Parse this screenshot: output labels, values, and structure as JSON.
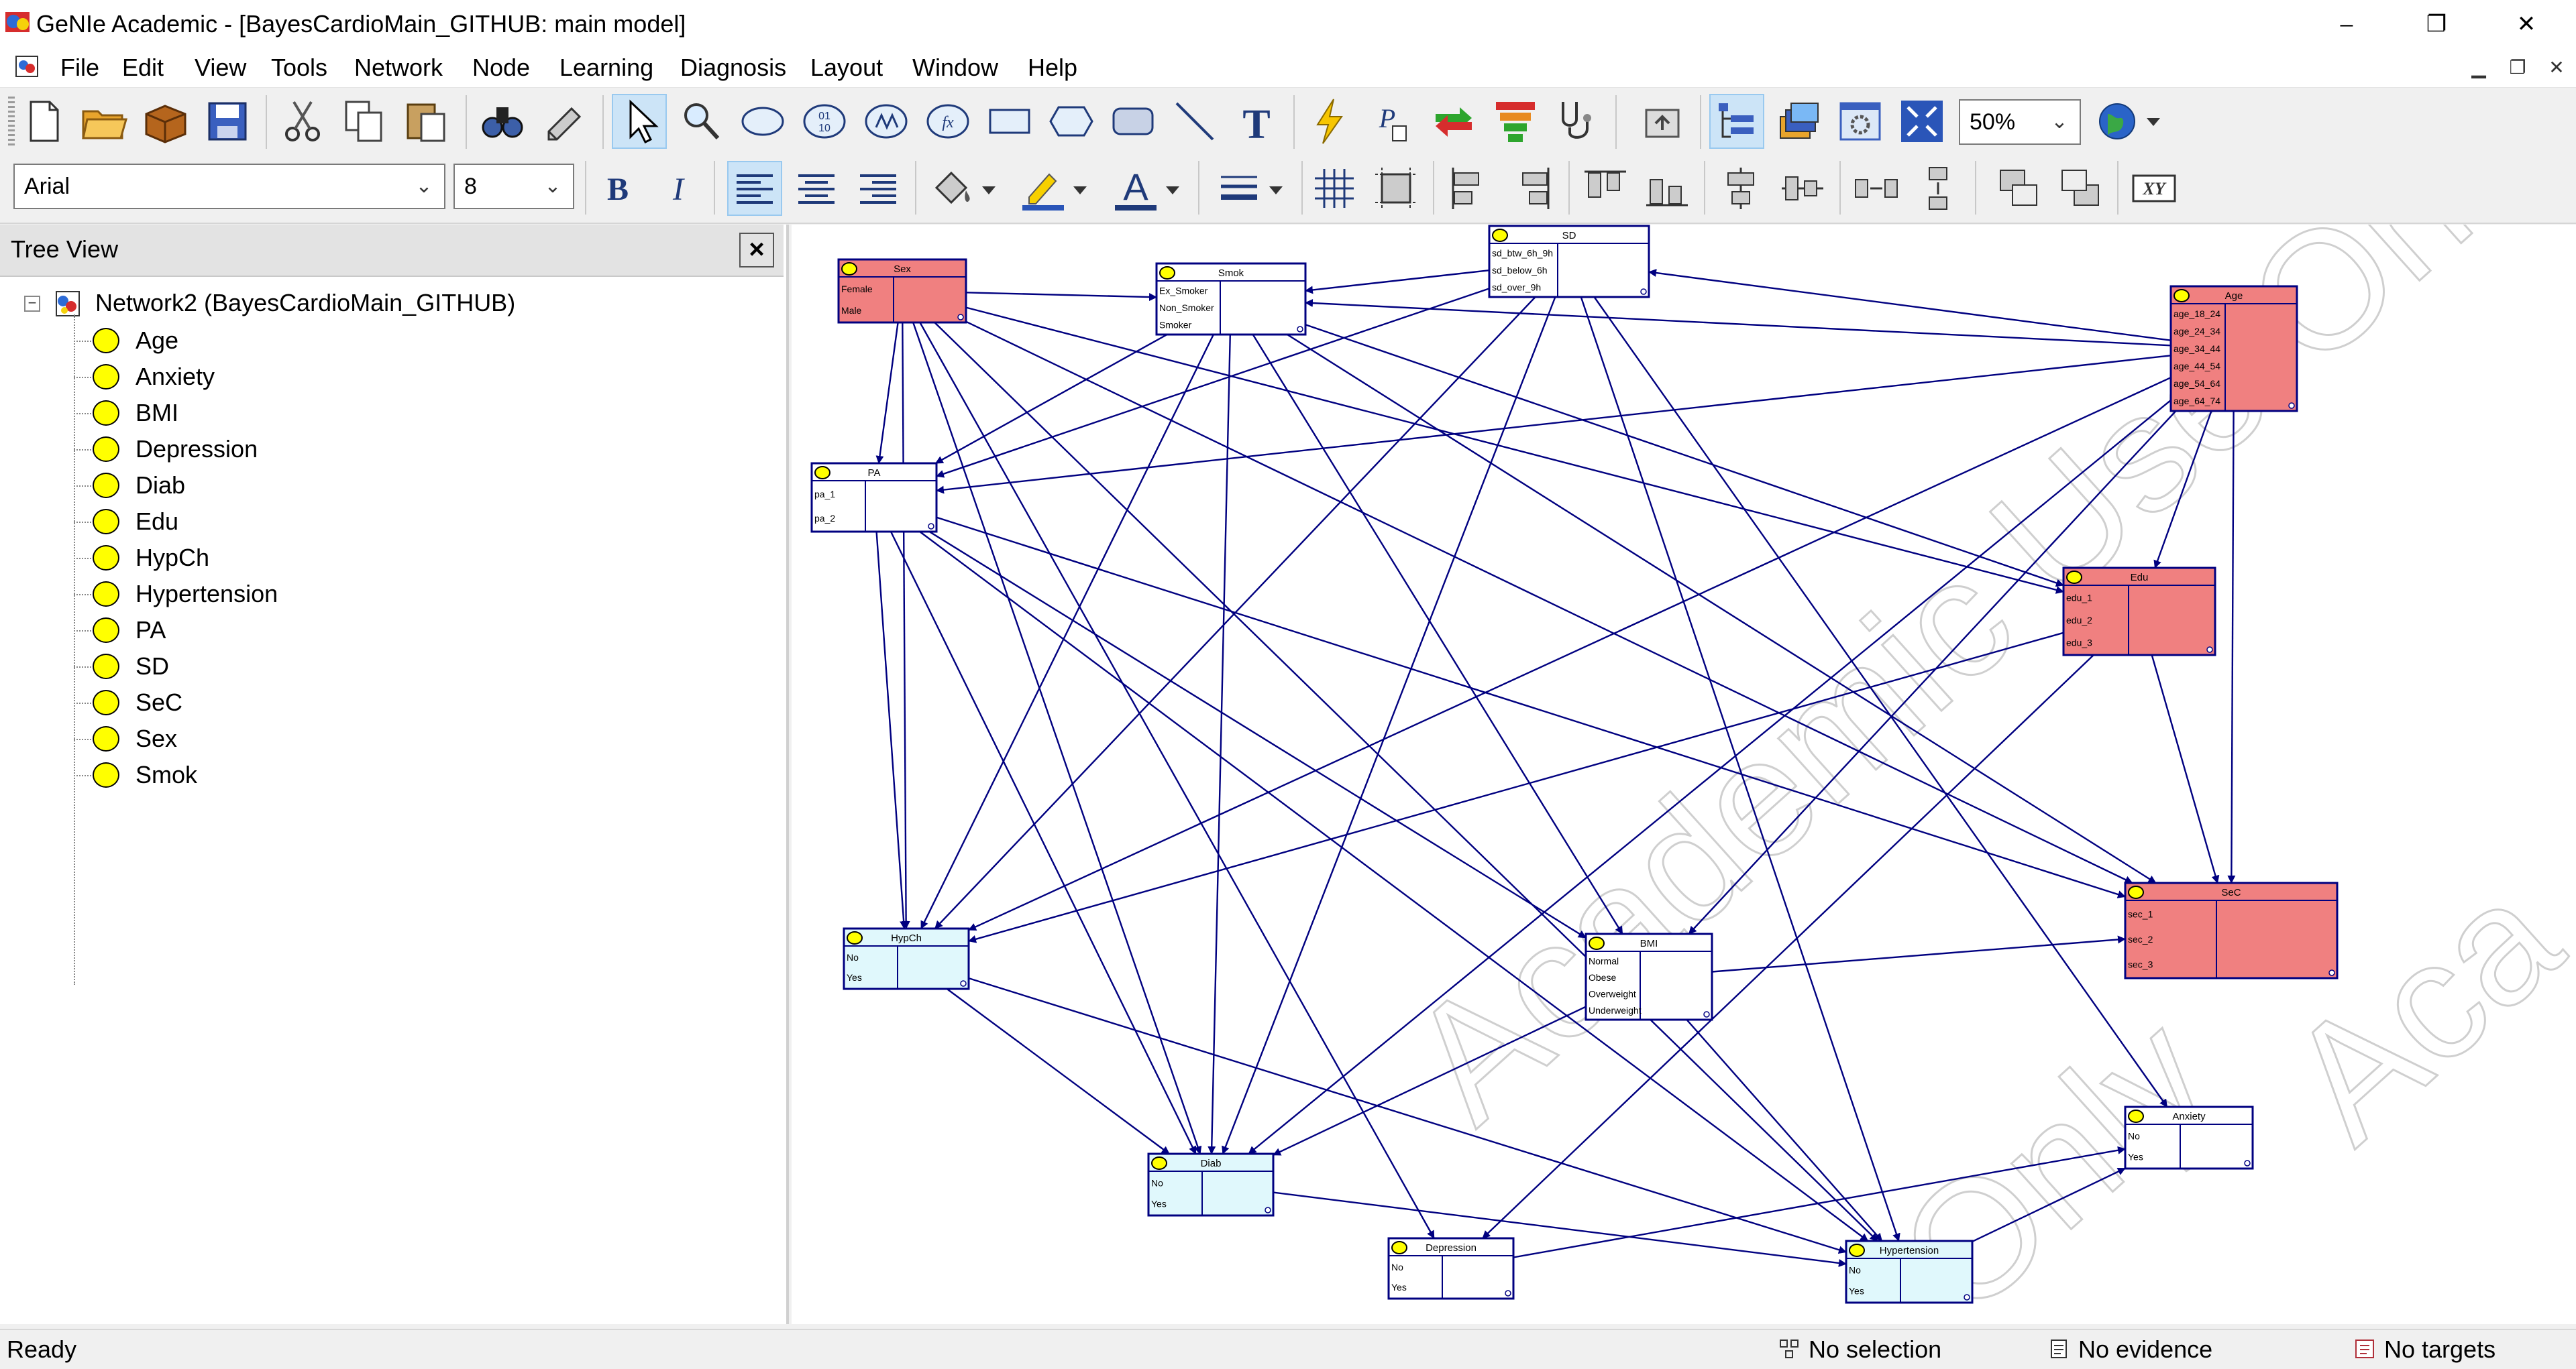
{
  "window": {
    "title": "GeNIe Academic - [BayesCardioMain_GITHUB: main model]",
    "controls": {
      "minimize": "–",
      "maximize": "❐",
      "close": "✕"
    }
  },
  "menu": {
    "items": [
      "File",
      "Edit",
      "View",
      "Tools",
      "Network",
      "Node",
      "Learning",
      "Diagnosis",
      "Layout",
      "Window",
      "Help"
    ]
  },
  "toolbar": {
    "zoom_value": "50%",
    "font_name": "Arial",
    "font_size": "8"
  },
  "tree": {
    "title": "Tree View",
    "root_label": "Network2 (BayesCardioMain_GITHUB)",
    "items": [
      "Age",
      "Anxiety",
      "BMI",
      "Depression",
      "Diab",
      "Edu",
      "HypCh",
      "Hypertension",
      "PA",
      "SD",
      "SeC",
      "Sex",
      "Smok"
    ]
  },
  "nodes": [
    {
      "id": "Sex",
      "title": "Sex",
      "color": "#f08080",
      "states": [
        "Female",
        "Male"
      ]
    },
    {
      "id": "Smok",
      "title": "Smok",
      "color": "#ffffff",
      "states": [
        "Ex_Smoker",
        "Non_Smoker",
        "Smoker"
      ]
    },
    {
      "id": "SD",
      "title": "SD",
      "color": "#ffffff",
      "states": [
        "sd_btw_6h_9h",
        "sd_below_6h",
        "sd_over_9h"
      ]
    },
    {
      "id": "Age",
      "title": "Age",
      "color": "#f08080",
      "states": [
        "age_18_24",
        "age_24_34",
        "age_34_44",
        "age_44_54",
        "age_54_64",
        "age_64_74"
      ]
    },
    {
      "id": "PA",
      "title": "PA",
      "color": "#ffffff",
      "states": [
        "pa_1",
        "pa_2"
      ]
    },
    {
      "id": "Edu",
      "title": "Edu",
      "color": "#f08080",
      "states": [
        "edu_1",
        "edu_2",
        "edu_3"
      ]
    },
    {
      "id": "SeC",
      "title": "SeC",
      "color": "#f08080",
      "states": [
        "sec_1",
        "sec_2",
        "sec_3"
      ]
    },
    {
      "id": "HypCh",
      "title": "HypCh",
      "color": "#e0f8fc",
      "states": [
        "No",
        "Yes"
      ]
    },
    {
      "id": "BMI",
      "title": "BMI",
      "color": "#ffffff",
      "states": [
        "Normal",
        "Obese",
        "Overweight",
        "Underweight"
      ]
    },
    {
      "id": "Anxiety",
      "title": "Anxiety",
      "color": "#ffffff",
      "states": [
        "No",
        "Yes"
      ]
    },
    {
      "id": "Diab",
      "title": "Diab",
      "color": "#e0f8fc",
      "states": [
        "No",
        "Yes"
      ]
    },
    {
      "id": "Depression",
      "title": "Depression",
      "color": "#ffffff",
      "states": [
        "No",
        "Yes"
      ]
    },
    {
      "id": "Hypertension",
      "title": "Hypertension",
      "color": "#e0f8fc",
      "states": [
        "No",
        "Yes"
      ]
    }
  ],
  "arcs": [
    [
      "Sex",
      "Smok"
    ],
    [
      "Sex",
      "PA"
    ],
    [
      "Sex",
      "HypCh"
    ],
    [
      "Sex",
      "Diab"
    ],
    [
      "Sex",
      "Depression"
    ],
    [
      "Sex",
      "Edu"
    ],
    [
      "Sex",
      "SeC"
    ],
    [
      "Sex",
      "Hypertension"
    ],
    [
      "Smok",
      "PA"
    ],
    [
      "Smok",
      "HypCh"
    ],
    [
      "Smok",
      "BMI"
    ],
    [
      "Smok",
      "Edu"
    ],
    [
      "Smok",
      "SeC"
    ],
    [
      "Smok",
      "Diab"
    ],
    [
      "SD",
      "PA"
    ],
    [
      "SD",
      "Smok"
    ],
    [
      "SD",
      "HypCh"
    ],
    [
      "SD",
      "Hypertension"
    ],
    [
      "SD",
      "Anxiety"
    ],
    [
      "SD",
      "Diab"
    ],
    [
      "Age",
      "Smok"
    ],
    [
      "Age",
      "SD"
    ],
    [
      "Age",
      "PA"
    ],
    [
      "Age",
      "Edu"
    ],
    [
      "Age",
      "SeC"
    ],
    [
      "Age",
      "BMI"
    ],
    [
      "Age",
      "Diab"
    ],
    [
      "Age",
      "HypCh"
    ],
    [
      "PA",
      "HypCh"
    ],
    [
      "PA",
      "Diab"
    ],
    [
      "PA",
      "BMI"
    ],
    [
      "PA",
      "SeC"
    ],
    [
      "PA",
      "Hypertension"
    ],
    [
      "Edu",
      "HypCh"
    ],
    [
      "Edu",
      "SeC"
    ],
    [
      "Edu",
      "Depression"
    ],
    [
      "HypCh",
      "Diab"
    ],
    [
      "HypCh",
      "Hypertension"
    ],
    [
      "BMI",
      "SeC"
    ],
    [
      "BMI",
      "Hypertension"
    ],
    [
      "BMI",
      "Diab"
    ],
    [
      "Diab",
      "Hypertension"
    ],
    [
      "Depression",
      "Anxiety"
    ],
    [
      "Hypertension",
      "Anxiety"
    ]
  ],
  "watermark": [
    "Academic Use Only",
    "Only",
    "Aca"
  ],
  "status": {
    "ready": "Ready",
    "selection": "No selection",
    "evidence": "No evidence",
    "targets": "No targets"
  }
}
